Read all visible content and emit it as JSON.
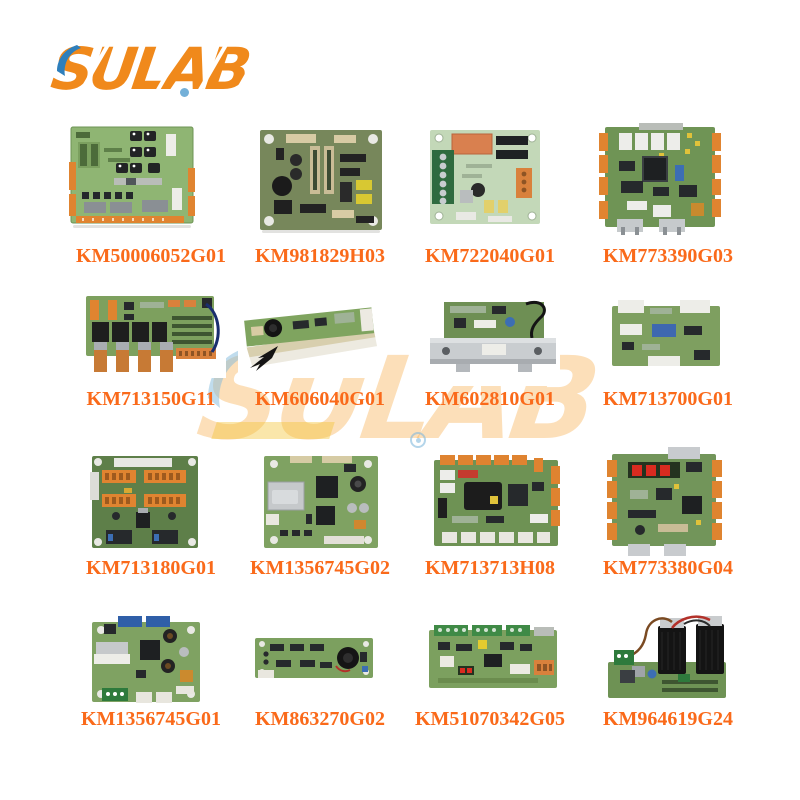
{
  "brand": {
    "logo_text": "SULAB",
    "watermark_text": "SULAB",
    "logo_color": "#F0891B",
    "accent_blue": "#2E7FBC",
    "label_color": "#FA6A1A"
  },
  "products": [
    {
      "part_number": "KM50006052G01"
    },
    {
      "part_number": "KM981829H03"
    },
    {
      "part_number": "KM722040G01"
    },
    {
      "part_number": "KM773390G03"
    },
    {
      "part_number": "KM713150G11"
    },
    {
      "part_number": "KM606040G01"
    },
    {
      "part_number": "KM602810G01"
    },
    {
      "part_number": "KM713700G01"
    },
    {
      "part_number": "KM713180G01"
    },
    {
      "part_number": "KM1356745G02"
    },
    {
      "part_number": "KM713713H08"
    },
    {
      "part_number": "KM773380G04"
    },
    {
      "part_number": "KM1356745G01"
    },
    {
      "part_number": "KM863270G02"
    },
    {
      "part_number": "KM51070342G05"
    },
    {
      "part_number": "KM964619G24"
    }
  ]
}
